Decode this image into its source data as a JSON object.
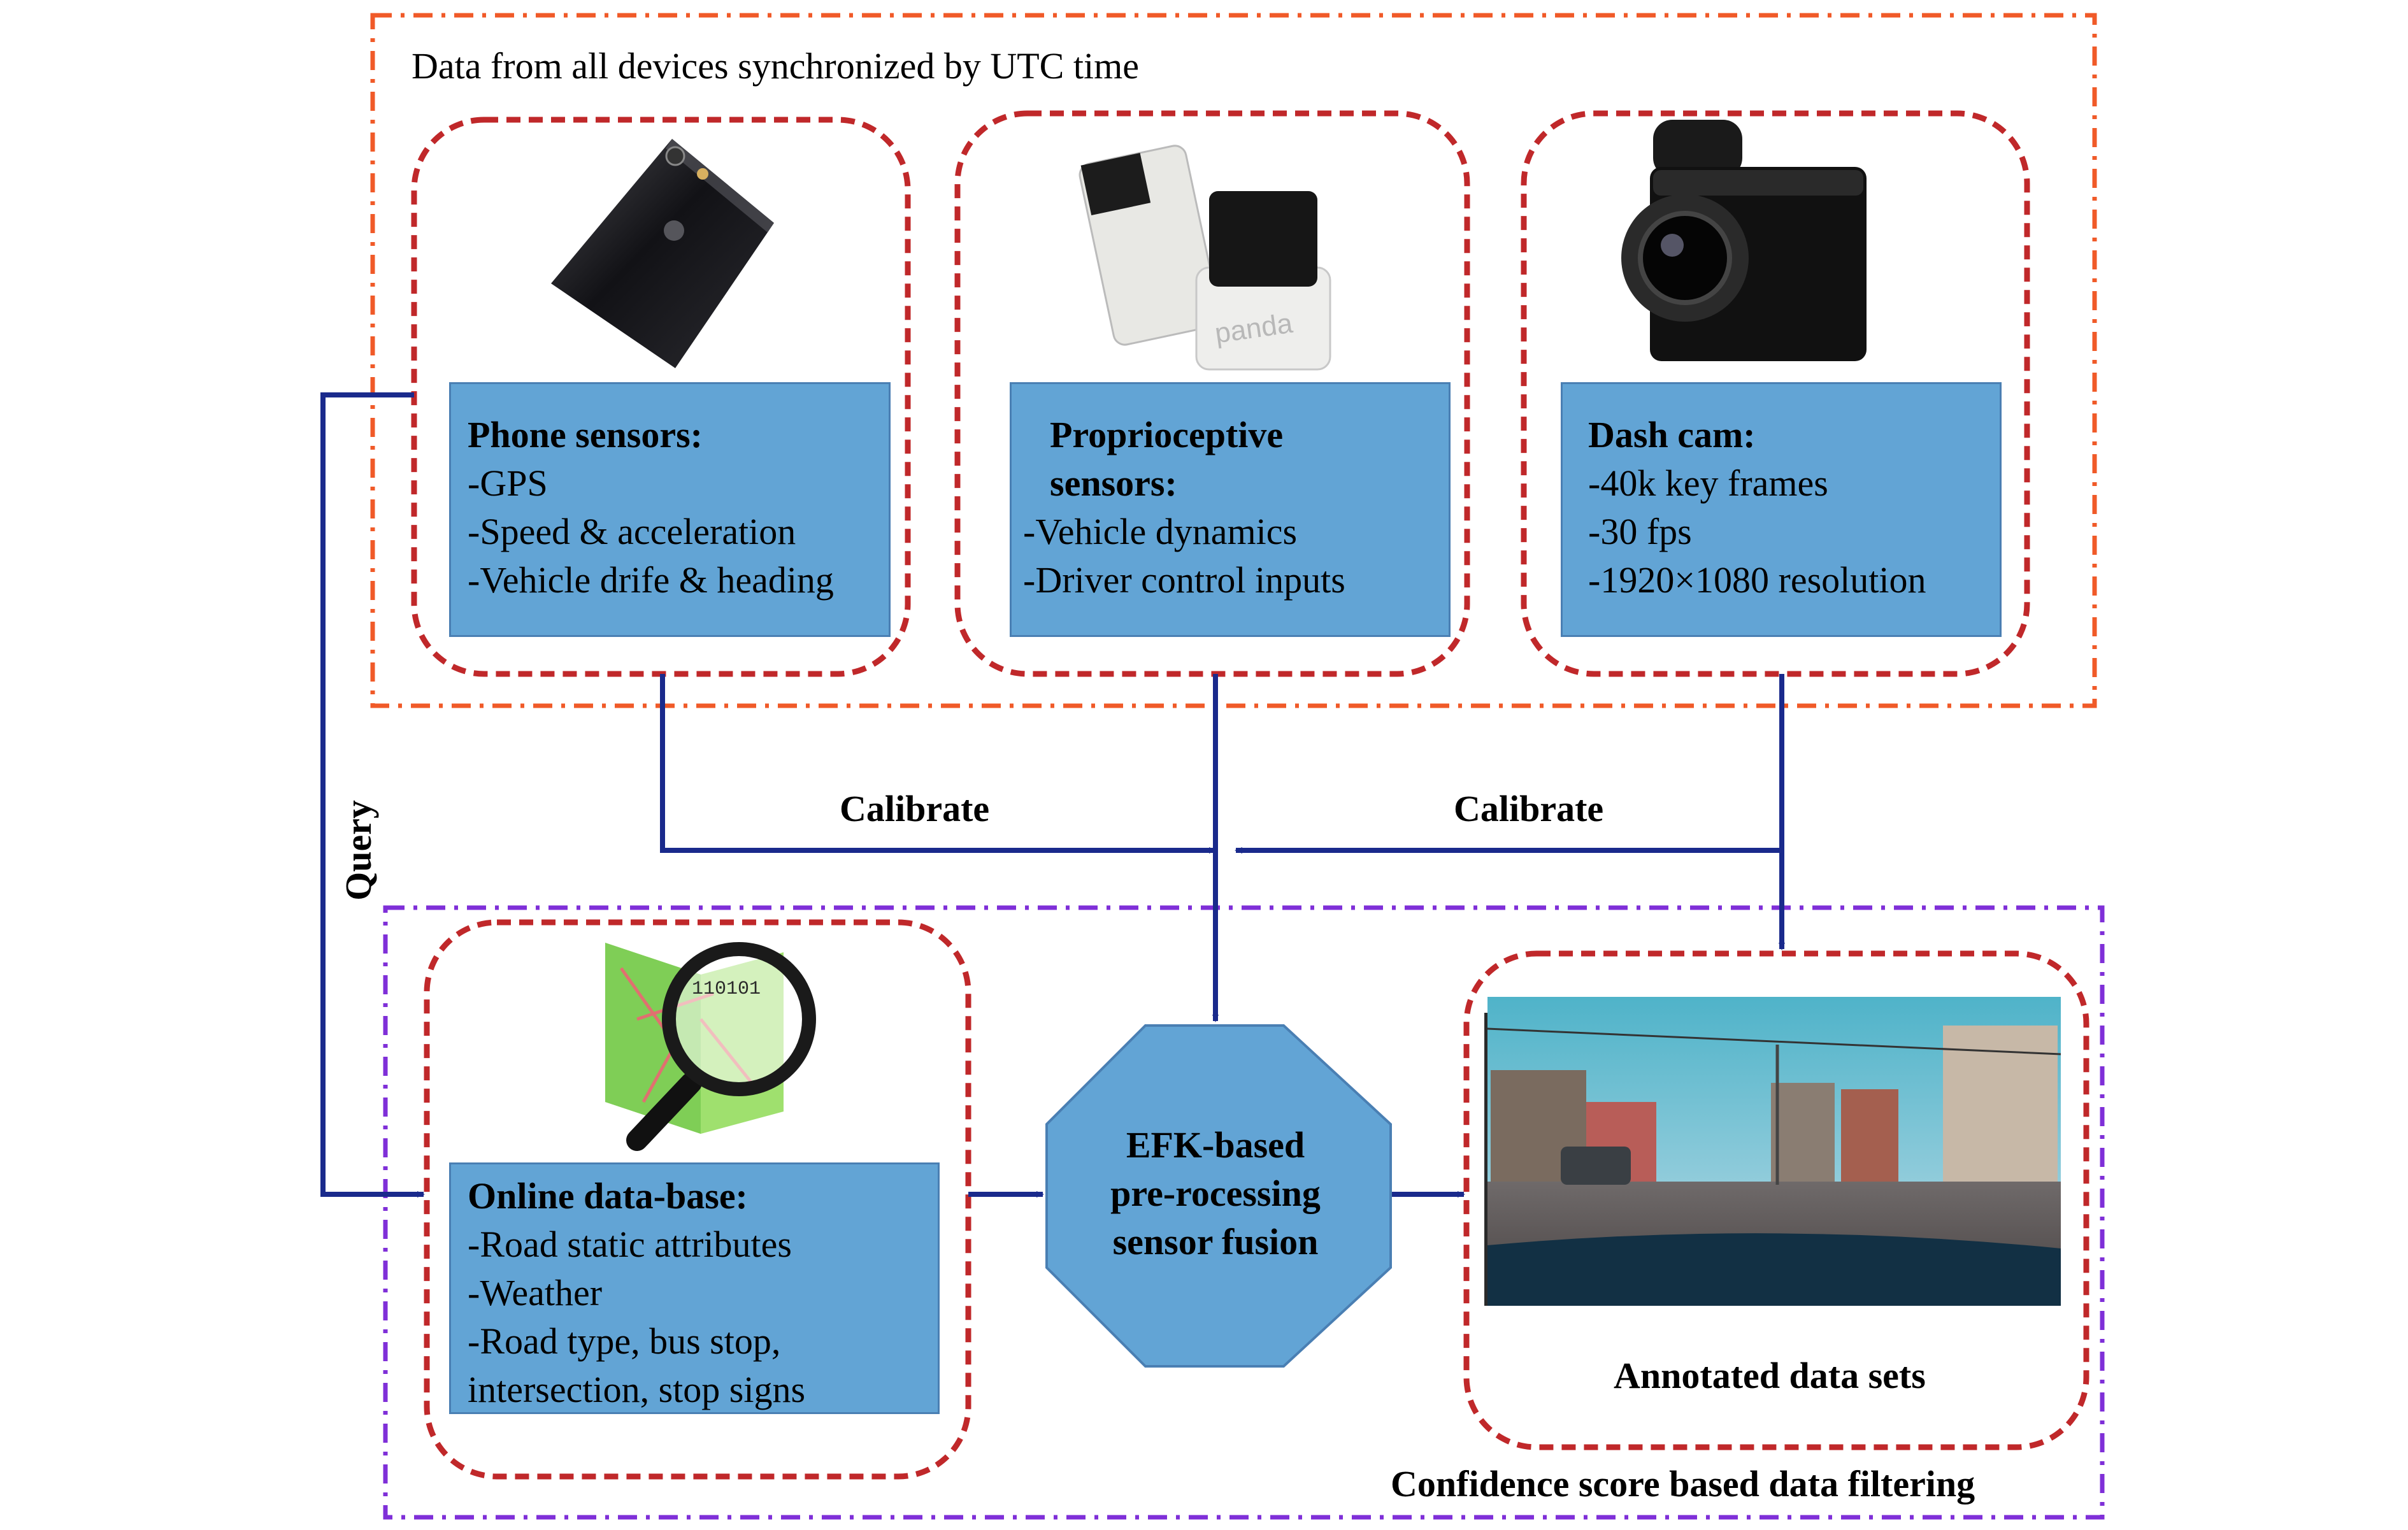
{
  "top_group": {
    "title": "Data from all devices synchronized by UTC time"
  },
  "phone": {
    "heading": "Phone sensors:",
    "lines": [
      "-GPS",
      "-Speed & acceleration",
      "-Vehicle drife & heading"
    ]
  },
  "proprio": {
    "heading_1": "Proprioceptive",
    "heading_2": "sensors:",
    "lines": [
      "-Vehicle dynamics",
      "-Driver control inputs"
    ],
    "device_text": "panda"
  },
  "dashcam": {
    "heading": "Dash cam:",
    "lines": [
      "-40k key frames",
      "-30 fps",
      "-1920×1080 resolution"
    ]
  },
  "arrows": {
    "calibrate_left": "Calibrate",
    "calibrate_right": "Calibrate",
    "query": "Query"
  },
  "online": {
    "heading": "Online data-base:",
    "lines": [
      "-Road static attributes",
      "-Weather",
      "-Road type, bus stop,",
      "intersection, stop signs"
    ],
    "binary_text": "110101"
  },
  "fusion": {
    "line_1": "EFK-based",
    "line_2": "pre-rocessing",
    "line_3": "sensor fusion"
  },
  "annotated": {
    "caption": "Annotated data sets"
  },
  "bottom_group": {
    "title": "Confidence score based data filtering"
  },
  "colors": {
    "orange_border": "#f05a28",
    "red_dash": "#c0282a",
    "purple_border": "#7f2fd8",
    "arrow_blue": "#1a2a8c",
    "box_fill": "#62a4d5"
  }
}
